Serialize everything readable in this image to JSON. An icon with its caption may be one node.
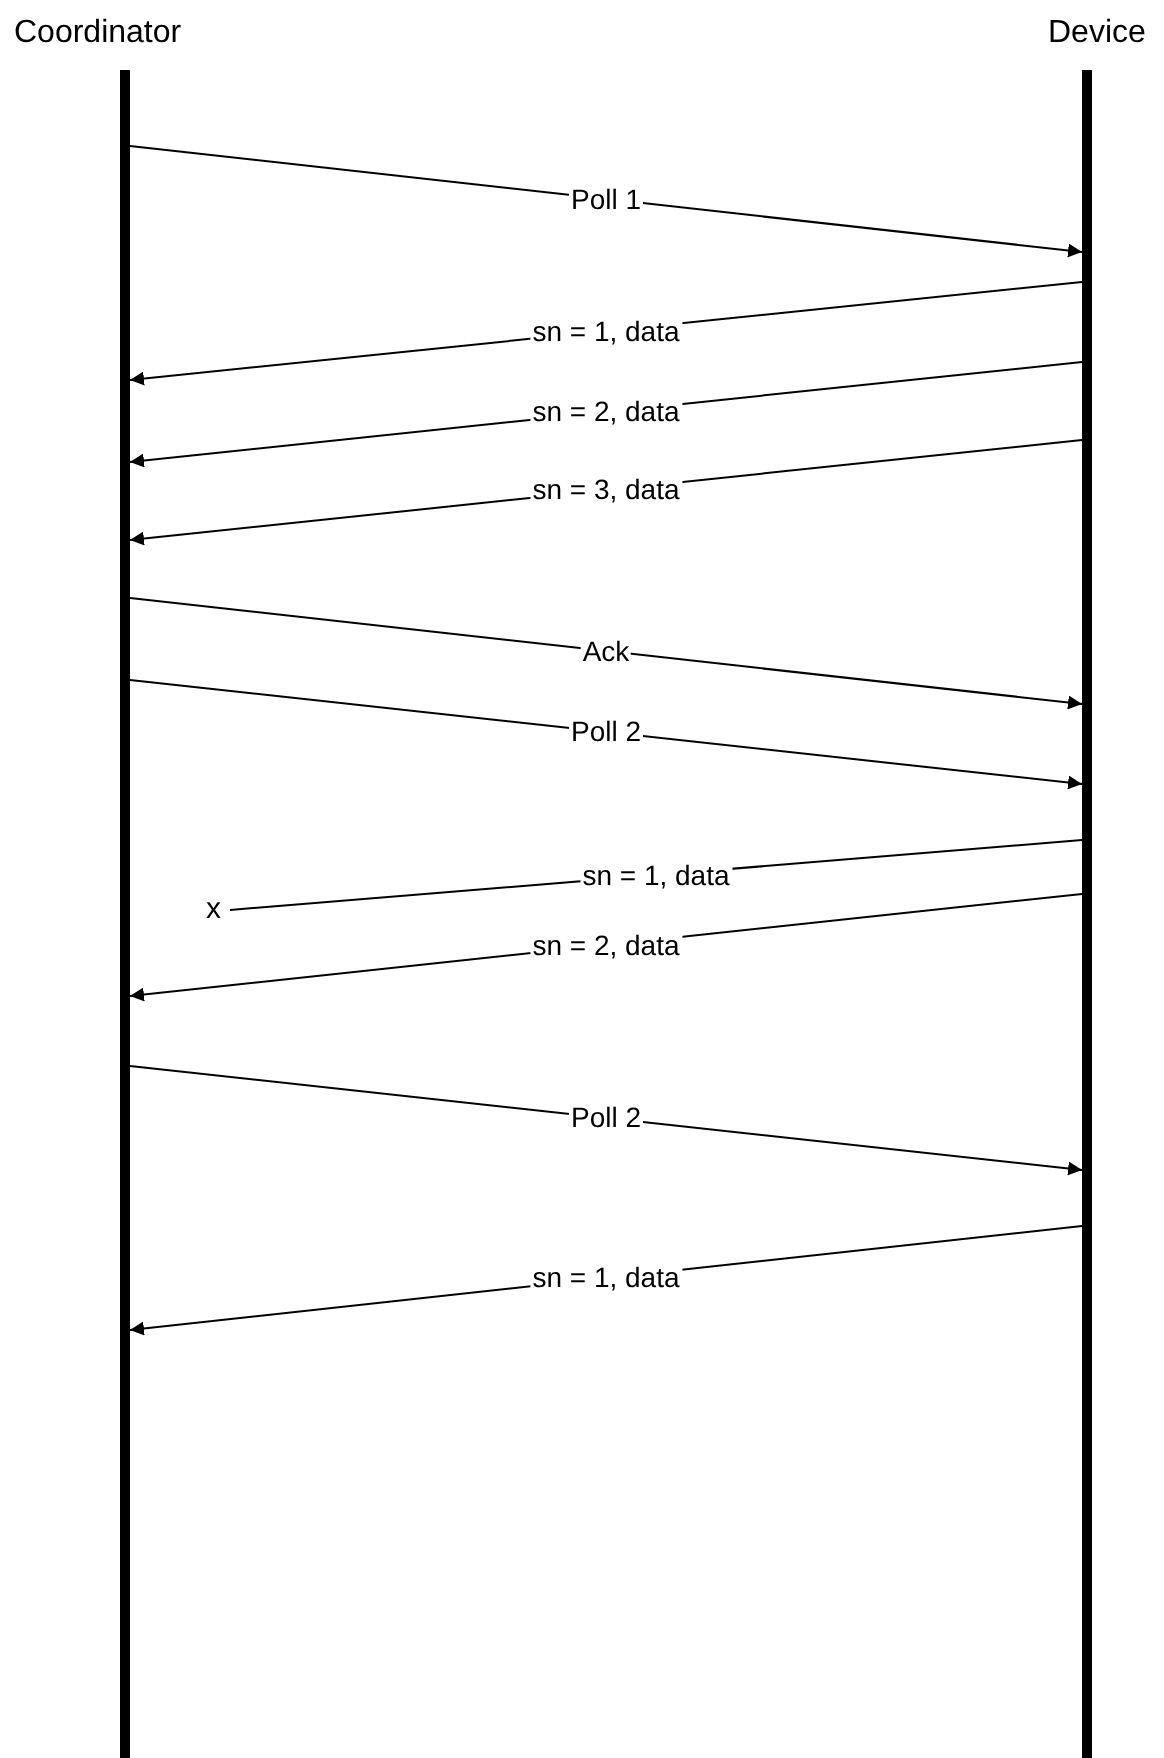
{
  "diagram": {
    "nodes": [
      {
        "text": [
          "Coordinator"
        ]
      },
      {
        "text": [
          "Device"
        ]
      },
      {
        "text": [
          "x"
        ]
      }
    ],
    "edges": [
      {
        "from": 0,
        "to": 1,
        "arrow": "to",
        "label": "Poll 1"
      },
      {
        "from": 1,
        "to": 0,
        "arrow": "to",
        "label": "sn = 1, data"
      },
      {
        "from": 1,
        "to": 0,
        "arrow": "to",
        "label": "sn = 2, data"
      },
      {
        "from": 1,
        "to": 0,
        "arrow": "to",
        "label": "sn = 3, data"
      },
      {
        "from": 0,
        "to": 1,
        "arrow": "to",
        "label": "Ack"
      },
      {
        "from": 0,
        "to": 1,
        "arrow": "to",
        "label": "Poll 2"
      },
      {
        "from": 1,
        "to": 2,
        "arrow": "none",
        "label": "sn = 1, data"
      },
      {
        "from": 1,
        "to": 0,
        "arrow": "to",
        "label": "sn = 2, data"
      },
      {
        "from": 0,
        "to": 1,
        "arrow": "to",
        "label": "Poll 2"
      },
      {
        "from": 1,
        "to": 0,
        "arrow": "to",
        "label": "sn = 1, data"
      }
    ]
  }
}
